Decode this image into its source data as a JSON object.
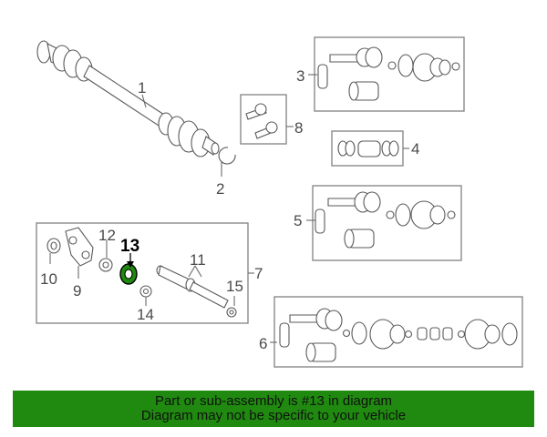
{
  "callouts": {
    "p1": "1",
    "p2": "2",
    "p3": "3",
    "p4": "4",
    "p5": "5",
    "p6": "6",
    "p7": "7",
    "p8": "8",
    "p9": "9",
    "p10": "10",
    "p11": "11",
    "p12": "12",
    "p13": "13",
    "p14": "14",
    "p15": "15"
  },
  "highlight": {
    "color": "#1f8a0f"
  },
  "banner": {
    "line1": "Part or sub-assembly is #13 in diagram",
    "line2": "Diagram may not be specific to your vehicle",
    "background": "#1f8a0f"
  }
}
